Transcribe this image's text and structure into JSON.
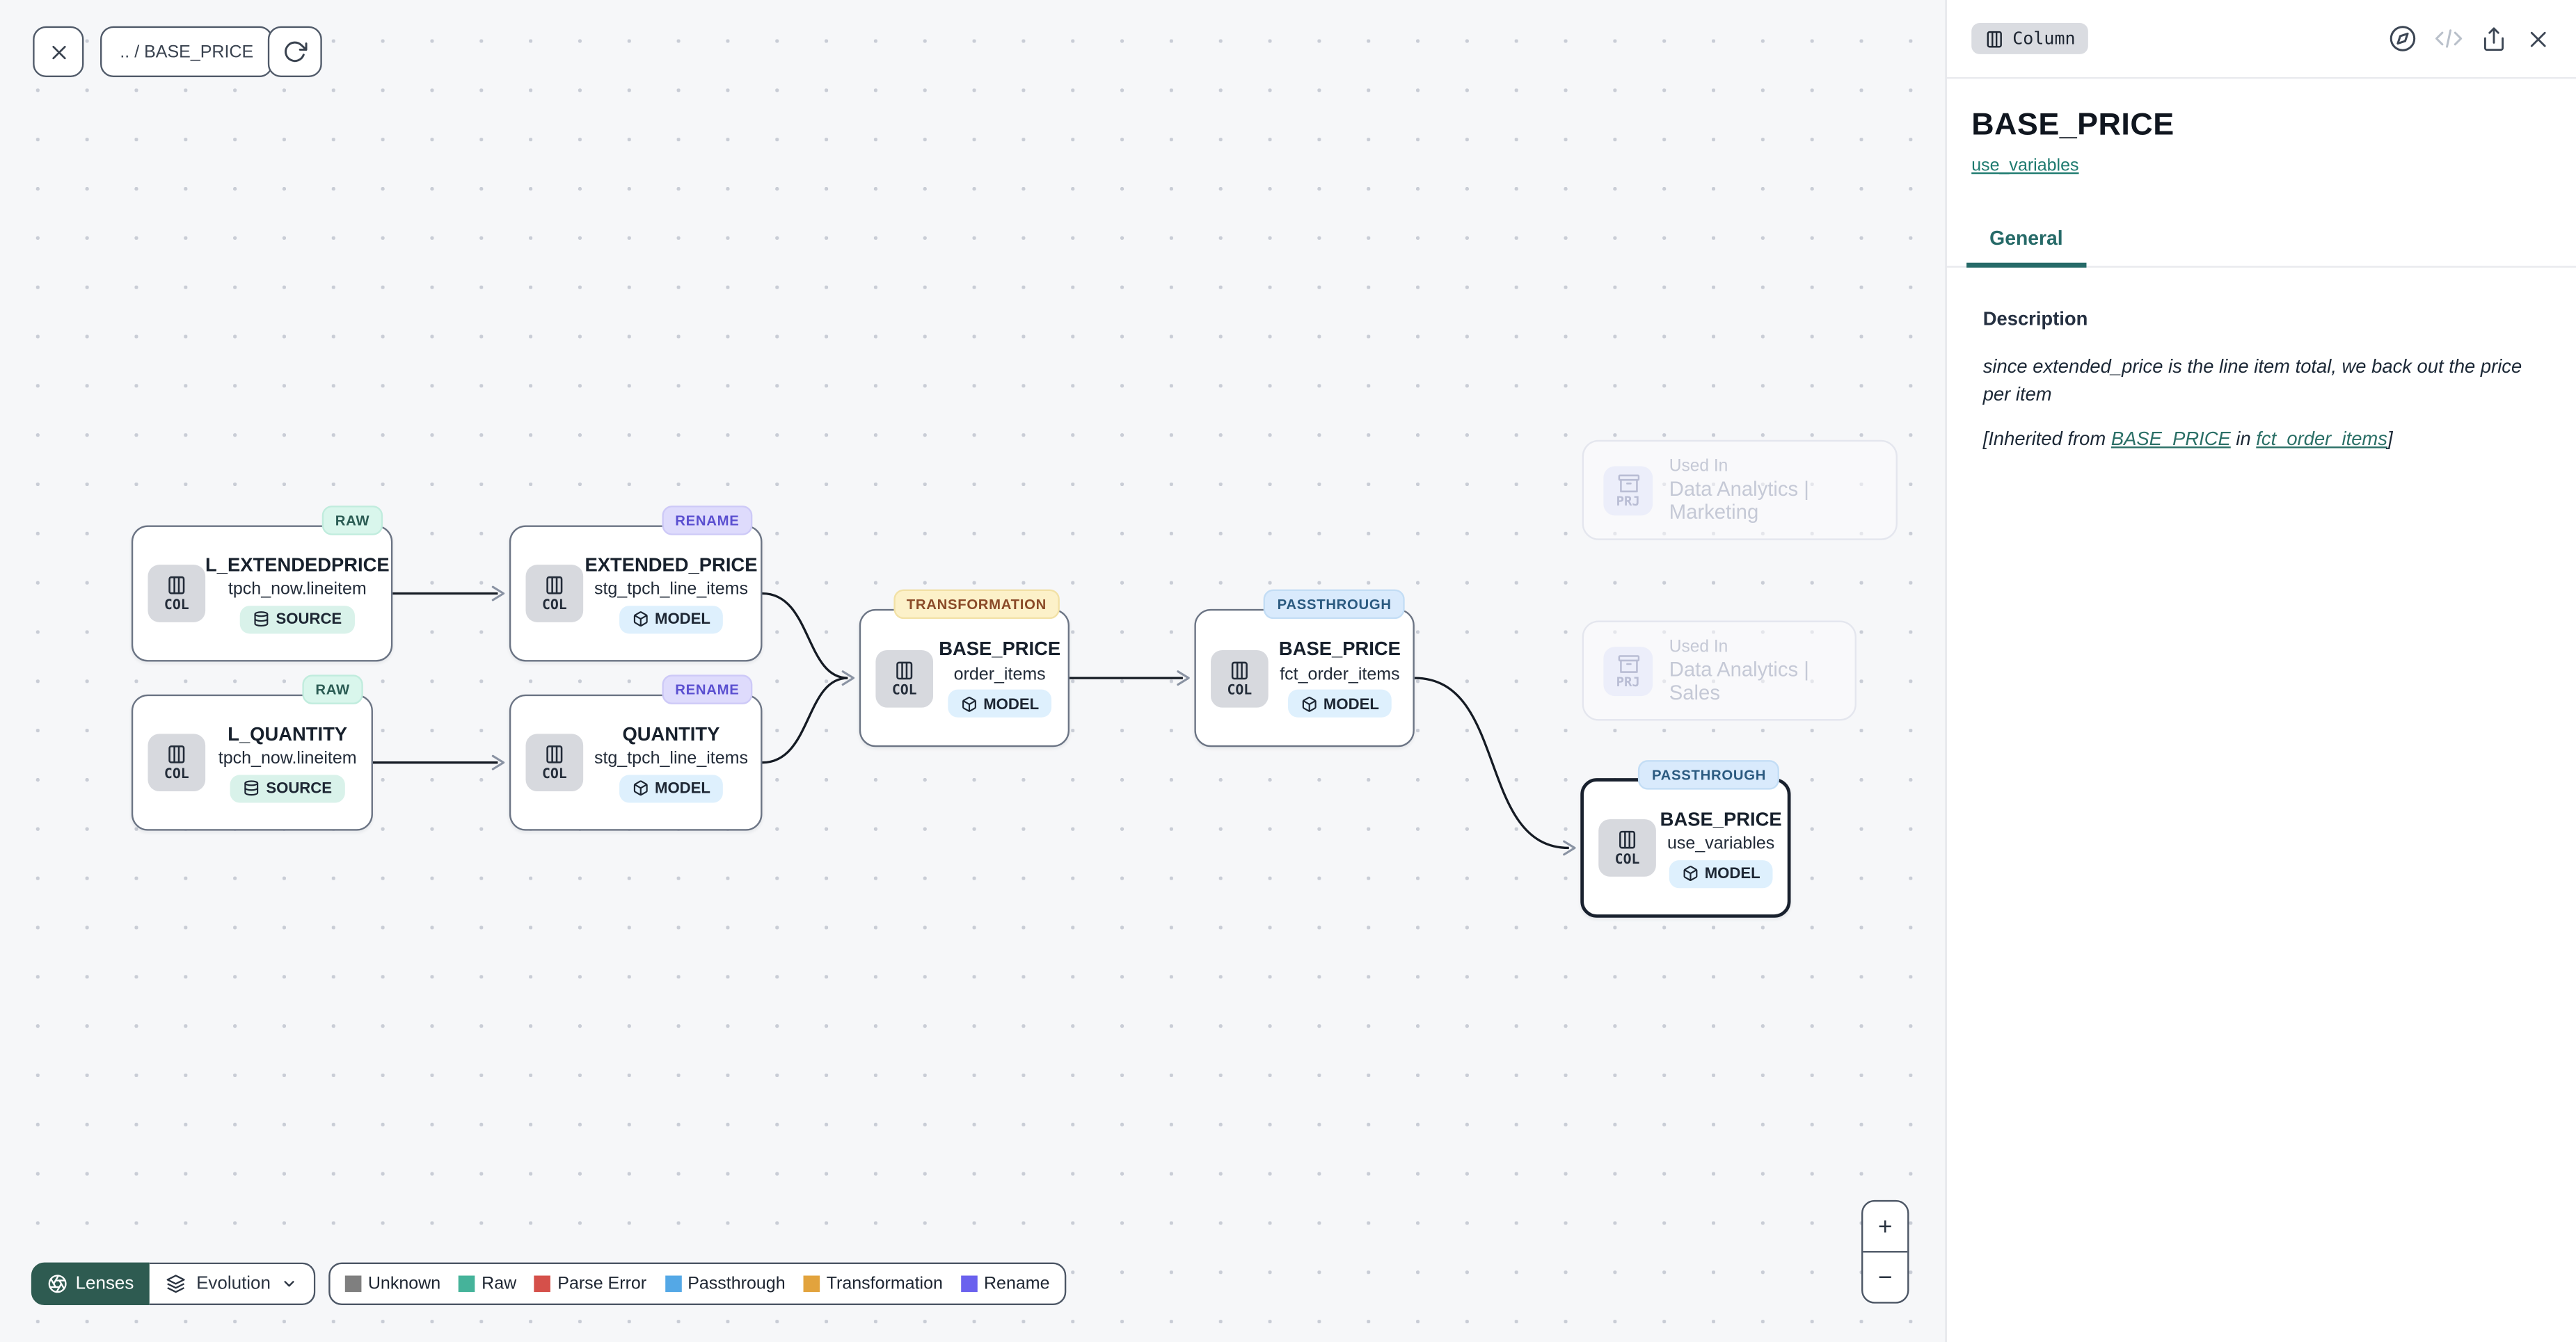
{
  "toolbar": {
    "breadcrumb": ".. / BASE_PRICE"
  },
  "colors": {
    "accent_teal": "#1d7a6f",
    "lenses_bg": "#2e5b51",
    "node_border": "#6b7484",
    "selected_border": "#19212e"
  },
  "graph": {
    "nodes": [
      {
        "title": "L_EXTENDEDPRICE",
        "subtitle": "tpch_now.lineitem",
        "badge": "RAW",
        "icon_label": "COL",
        "pill": "SOURCE"
      },
      {
        "title": "EXTENDED_PRICE",
        "subtitle": "stg_tpch_line_items",
        "badge": "RENAME",
        "icon_label": "COL",
        "pill": "MODEL"
      },
      {
        "title": "L_QUANTITY",
        "subtitle": "tpch_now.lineitem",
        "badge": "RAW",
        "icon_label": "COL",
        "pill": "SOURCE"
      },
      {
        "title": "QUANTITY",
        "subtitle": "stg_tpch_line_items",
        "badge": "RENAME",
        "icon_label": "COL",
        "pill": "MODEL"
      },
      {
        "title": "BASE_PRICE",
        "subtitle": "order_items",
        "badge": "TRANSFORMATION",
        "icon_label": "COL",
        "pill": "MODEL"
      },
      {
        "title": "BASE_PRICE",
        "subtitle": "fct_order_items",
        "badge": "PASSTHROUGH",
        "icon_label": "COL",
        "pill": "MODEL"
      },
      {
        "title": "BASE_PRICE",
        "subtitle": "use_variables",
        "badge": "PASSTHROUGH",
        "icon_label": "COL",
        "pill": "MODEL"
      }
    ],
    "ghost_nodes": [
      {
        "label": "Used In",
        "name": "Data Analytics | Marketing",
        "icon_label": "PRJ"
      },
      {
        "label": "Used In",
        "name": "Data Analytics | Sales",
        "icon_label": "PRJ"
      }
    ]
  },
  "panel": {
    "type_badge": "Column",
    "title": "BASE_PRICE",
    "link": "use_variables",
    "tab": "General",
    "description": {
      "label": "Description",
      "text": "since extended_price is the line item total, we back out the price per item",
      "inherited_prefix": "[Inherited from ",
      "inherited_link1": "BASE_PRICE",
      "inherited_mid": " in ",
      "inherited_link2": "fct_order_items",
      "inherited_suffix": "]"
    }
  },
  "footer": {
    "lenses_label": "Lenses",
    "lens_selected": "Evolution",
    "legend": [
      {
        "label": "Unknown",
        "color": "#7f7f7f"
      },
      {
        "label": "Raw",
        "color": "#45b39a"
      },
      {
        "label": "Parse Error",
        "color": "#d5504a"
      },
      {
        "label": "Passthrough",
        "color": "#54a8e6"
      },
      {
        "label": "Transformation",
        "color": "#e2a33d"
      },
      {
        "label": "Rename",
        "color": "#6a61ee"
      }
    ]
  },
  "zoom_controls": {
    "zoom_in": "+",
    "zoom_out": "−"
  }
}
